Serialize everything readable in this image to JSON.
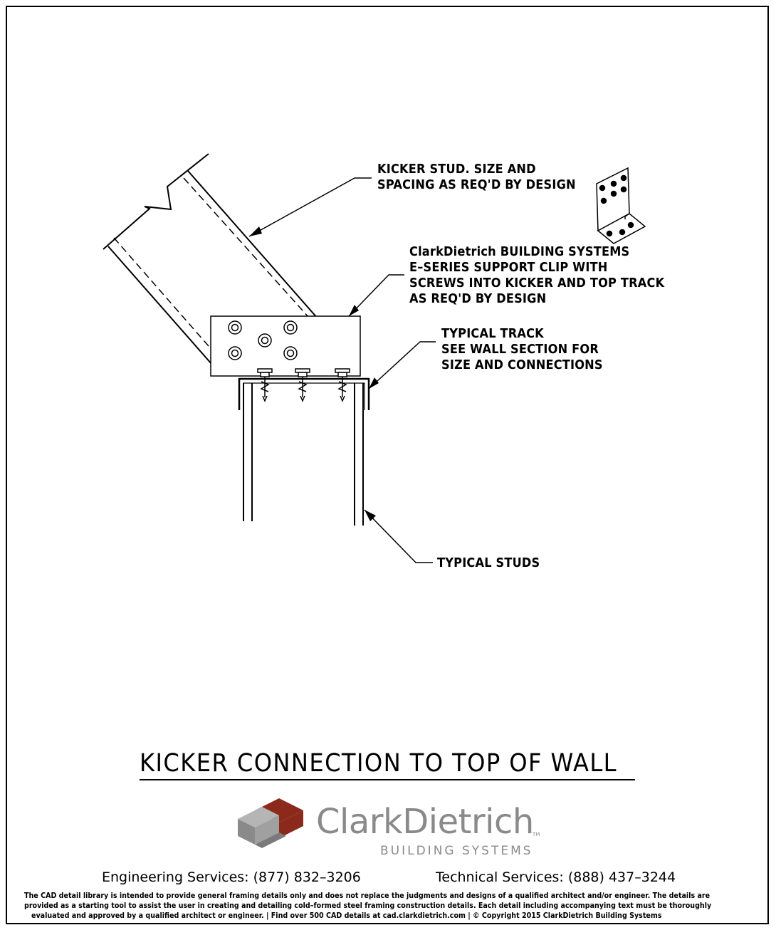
{
  "detail_title": "KICKER CONNECTION TO TOP OF WALL",
  "notes": {
    "kicker": [
      "KICKER STUD. SIZE AND",
      "SPACING AS REQ'D BY DESIGN"
    ],
    "clip": [
      "ClarkDietrich BUILDING SYSTEMS",
      "E–SERIES SUPPORT CLIP WITH",
      "SCREWS INTO KICKER AND TOP TRACK",
      "AS REQ'D BY DESIGN"
    ],
    "track": [
      "TYPICAL TRACK",
      "SEE WALL SECTION FOR",
      "SIZE AND CONNECTIONS"
    ],
    "studs": "TYPICAL STUDS"
  },
  "logo": {
    "name": "ClarkDietrich",
    "tm": "TM",
    "tagline": "BUILDING SYSTEMS",
    "colors": {
      "accent": "#8b2a1a",
      "gray": "#8a8a8a",
      "light_gray": "#b5b5b5"
    }
  },
  "contacts": {
    "engineering": "Engineering Services: (877) 832–3206",
    "technical": "Technical Services: (888) 437–3244"
  },
  "disclaimer": {
    "line1": "The CAD detail library is intended to provide general framing details only and does not replace the judgments and designs of a qualified architect and/or engineer. The details are",
    "line2": "provided as a starting tool to assist the user in creating and detailing cold–formed steel framing construction details. Each detail including accompanying text must be thoroughly",
    "line3": "evaluated and approved by a qualified architect or engineer.    |    Find over 500 CAD details at cad.clarkdietrich.com    |    © Copyright 2015 ClarkDietrich Building Systems"
  }
}
